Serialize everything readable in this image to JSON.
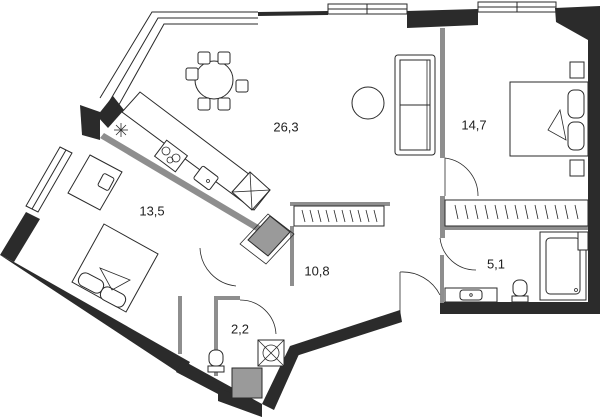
{
  "rooms": {
    "living_kitchen": {
      "area": "26,3"
    },
    "bedroom_right": {
      "area": "14,7"
    },
    "bedroom_left": {
      "area": "13,5"
    },
    "hall": {
      "area": "10,8"
    },
    "bathroom": {
      "area": "5,1"
    },
    "wc": {
      "area": "2,2"
    }
  },
  "colors": {
    "wall": "#2b2b2b",
    "partition": "#8e8e8e",
    "fixture_fill": "#9a9a9a",
    "line": "#2a2a2a"
  }
}
